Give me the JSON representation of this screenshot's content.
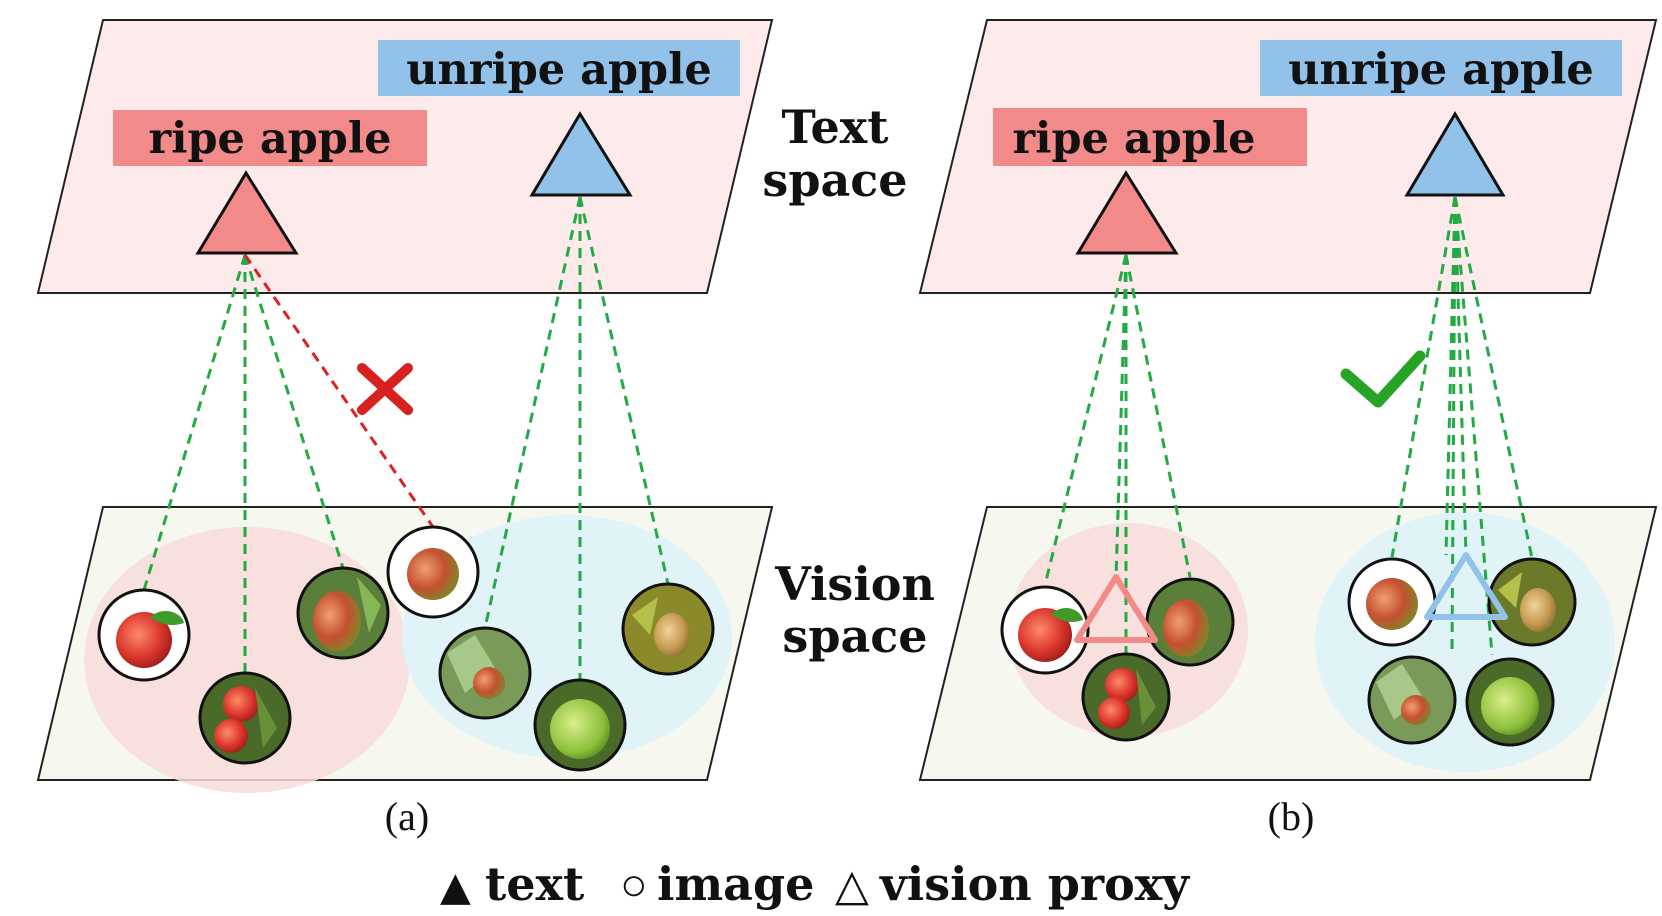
{
  "colors": {
    "text_plane_fill": "#fcebea",
    "vision_plane_fill": "#f6f8ef",
    "ripe": "#f28a8a",
    "unripe": "#92c1ea",
    "ripe_cluster": "#f7dcd9",
    "unripe_cluster": "#def3f7",
    "green_link": "#22aa44",
    "red_link": "#e0201e",
    "check": "#27a325",
    "cross": "#d8201e"
  },
  "labels": {
    "ripe": "ripe apple",
    "unripe": "unripe apple",
    "text_space_line1": "Text",
    "text_space_line2": "space",
    "vision_space_line1": "Vision",
    "vision_space_line2": "space",
    "caption_a": "(a)",
    "caption_b": "(b)"
  },
  "legend": {
    "text_symbol": "▲",
    "text_label": "text",
    "image_symbol": "○",
    "image_label": "image",
    "proxy_symbol": "△",
    "proxy_label": "vision proxy"
  },
  "icons": {
    "cross": "cross-icon",
    "check": "check-icon",
    "fruit": "apple-photo"
  }
}
